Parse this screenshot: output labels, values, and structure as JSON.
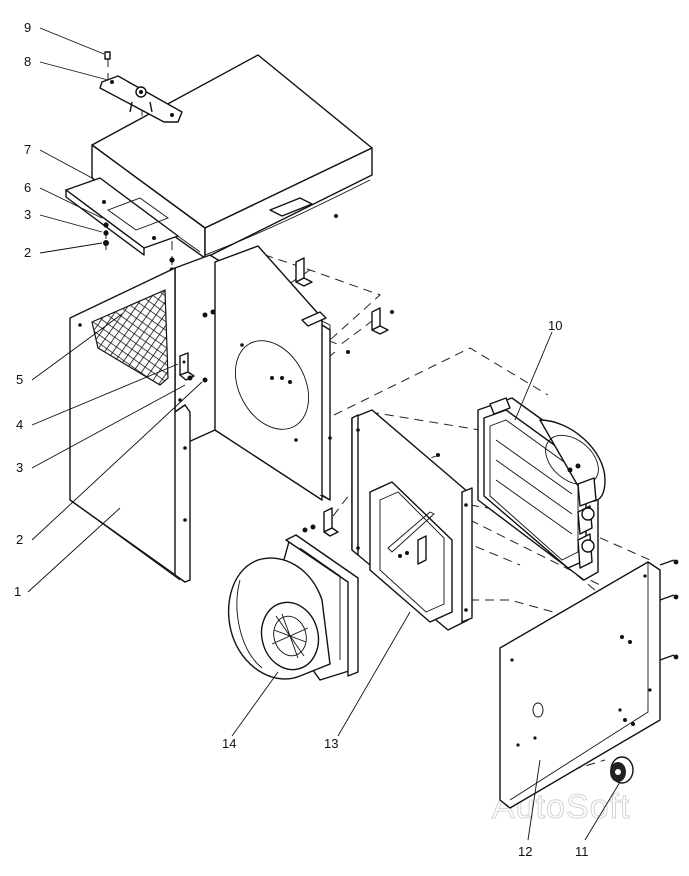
{
  "watermark": "AutoSoft",
  "callouts": [
    "1",
    "2",
    "3",
    "4",
    "5",
    "6",
    "7",
    "8",
    "9",
    "10",
    "11",
    "12",
    "13",
    "14"
  ],
  "parts": [
    {
      "id": "1",
      "name": "cabinet-side-panel"
    },
    {
      "id": "2",
      "name": "nut"
    },
    {
      "id": "3",
      "name": "washer"
    },
    {
      "id": "4",
      "name": "bracket"
    },
    {
      "id": "5",
      "name": "filter-screen"
    },
    {
      "id": "6",
      "name": "screw"
    },
    {
      "id": "7",
      "name": "top-cover"
    },
    {
      "id": "8",
      "name": "bracket-plate"
    },
    {
      "id": "9",
      "name": "screw"
    },
    {
      "id": "10",
      "name": "heater-core"
    },
    {
      "id": "11",
      "name": "knob"
    },
    {
      "id": "12",
      "name": "front-panel"
    },
    {
      "id": "13",
      "name": "mounting-frame"
    },
    {
      "id": "14",
      "name": "blower-assembly"
    }
  ]
}
